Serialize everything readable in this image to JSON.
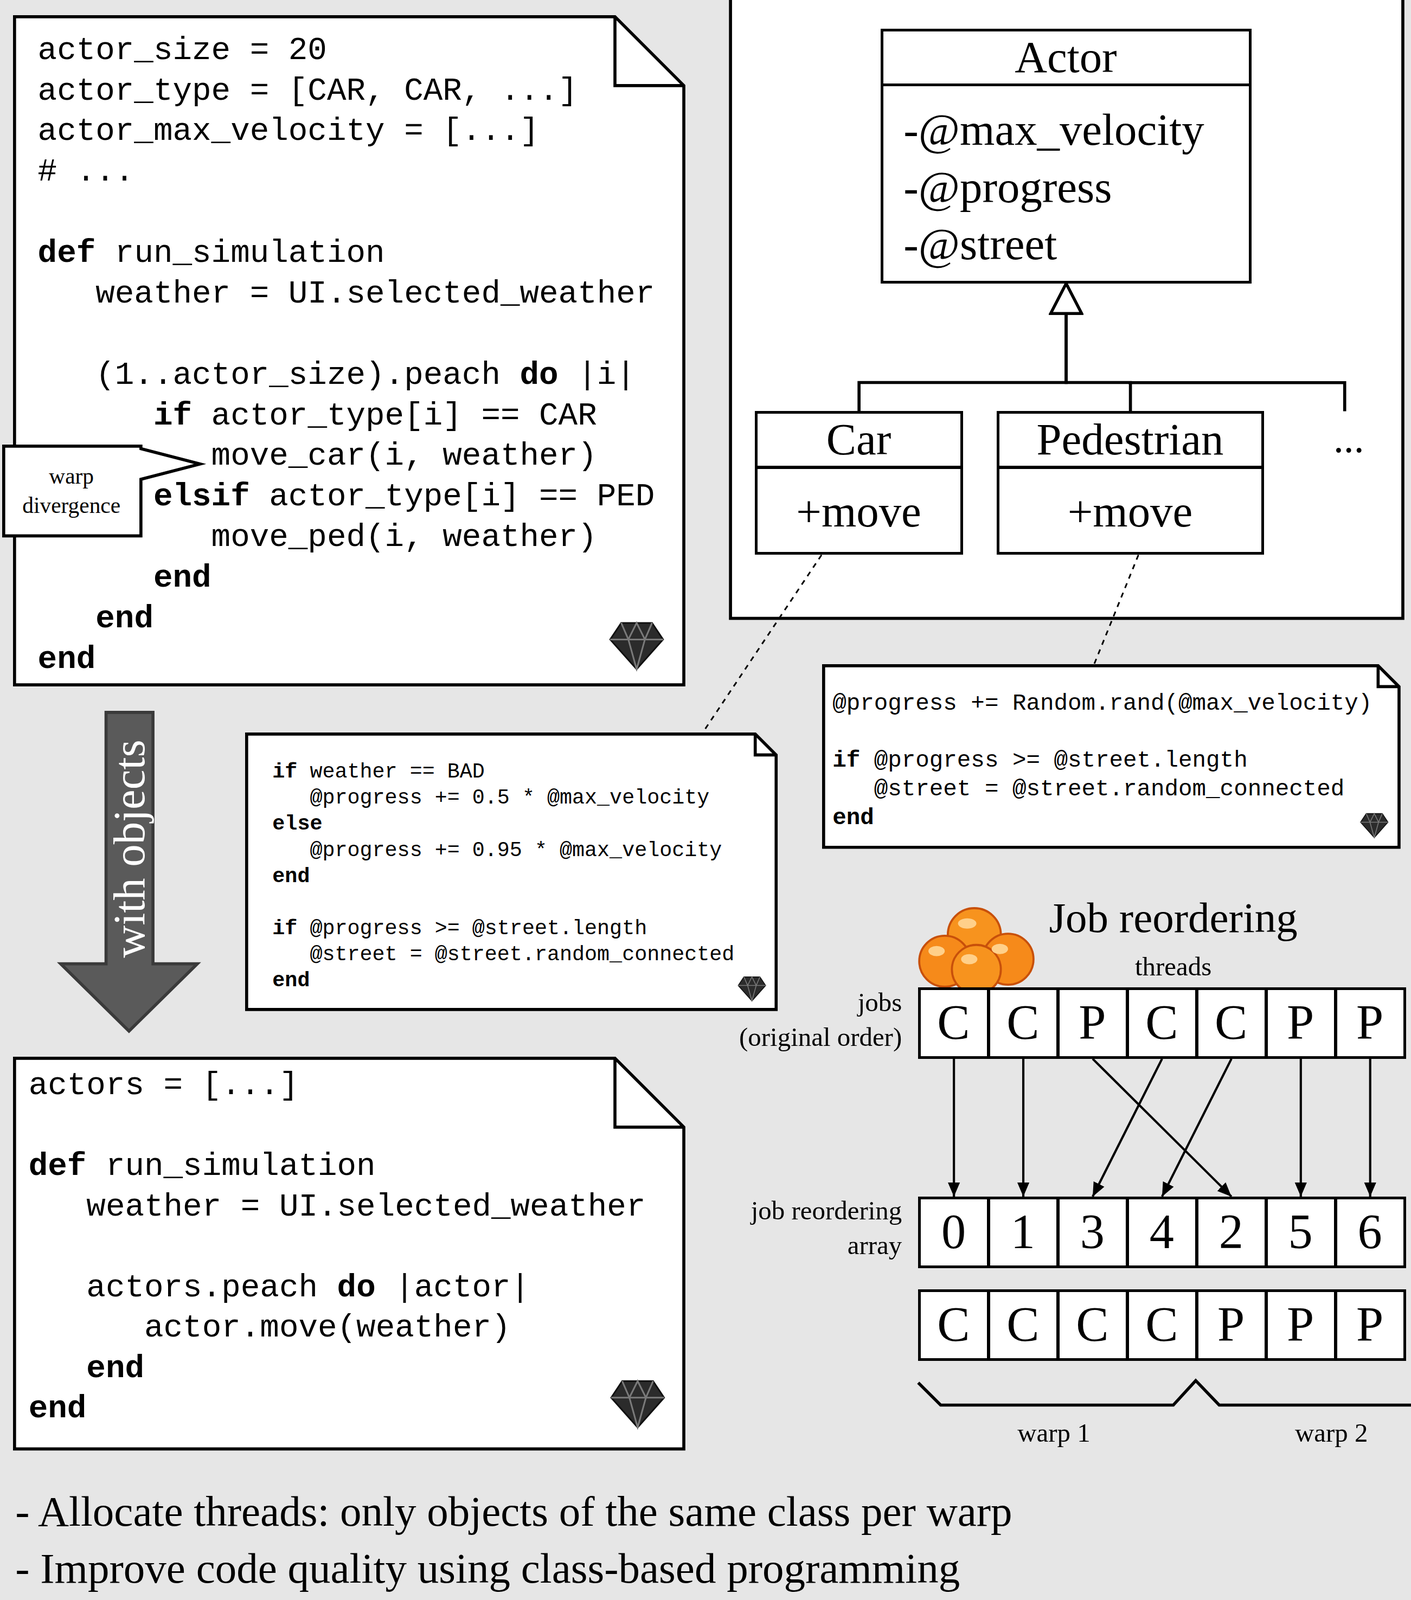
{
  "diagram": {
    "nodes": [
      {
        "text": [
          "actor_size = 20",
          "actor_type = [CAR, CAR, ...]",
          "actor_max_velocity = [...]",
          "# ...",
          "def run_simulation",
          "   weather = UI.selected_weather",
          "   (1..actor_size).peach do |i|",
          "      if actor_type[i] == CAR",
          "         move_car(i, weather)",
          "      elsif actor_type[i] == PED",
          "         move_ped(i, weather)",
          "      end",
          "   end",
          "end"
        ]
      },
      {
        "text": [
          "warp divergence"
        ]
      },
      {
        "text": [
          "Actor",
          "-@max_velocity",
          "-@progress",
          "-@street"
        ]
      },
      {
        "text": [
          "Car",
          "+move"
        ]
      },
      {
        "text": [
          "Pedestrian",
          "+move"
        ]
      },
      {
        "text": [
          "@progress += Random.rand(@max_velocity)",
          "if @progress >= @street.length",
          "   @street = @street.random_connected",
          "end"
        ]
      },
      {
        "text": [
          "with objects"
        ]
      },
      {
        "text": [
          "if weather == BAD",
          "   @progress += 0.5 * @max_velocity",
          "else",
          "   @progress += 0.95 * @max_velocity",
          "end",
          "if @progress >= @street.length",
          "   @street = @street.random_connected",
          "end"
        ]
      },
      {
        "text": [
          "actors = [...]",
          "def run_simulation",
          "   weather = UI.selected_weather",
          "   actors.peach do |actor|",
          "      actor.move(weather)",
          "   end",
          "end"
        ]
      },
      {
        "text": [
          "C"
        ]
      },
      {
        "text": [
          "C"
        ]
      },
      {
        "text": [
          "P"
        ]
      },
      {
        "text": [
          "C"
        ]
      },
      {
        "text": [
          "C"
        ]
      },
      {
        "text": [
          "P"
        ]
      },
      {
        "text": [
          "P"
        ]
      },
      {
        "text": [
          "0"
        ]
      },
      {
        "text": [
          "1"
        ]
      },
      {
        "text": [
          "3"
        ]
      },
      {
        "text": [
          "4"
        ]
      },
      {
        "text": [
          "2"
        ]
      },
      {
        "text": [
          "5"
        ]
      },
      {
        "text": [
          "6"
        ]
      },
      {
        "text": [
          "C"
        ]
      },
      {
        "text": [
          "C"
        ]
      },
      {
        "text": [
          "C"
        ]
      },
      {
        "text": [
          "C"
        ]
      },
      {
        "text": [
          "P"
        ]
      },
      {
        "text": [
          "P"
        ]
      },
      {
        "text": [
          "P"
        ]
      }
    ],
    "edges": [
      {
        "from": 3,
        "to": 2,
        "arrow": "to"
      },
      {
        "from": 4,
        "to": 2,
        "arrow": "to"
      },
      {
        "from": 3,
        "to": 7,
        "arrow": "none"
      },
      {
        "from": 4,
        "to": 5,
        "arrow": "none"
      },
      {
        "from": 9,
        "to": 16,
        "arrow": "to"
      },
      {
        "from": 10,
        "to": 17,
        "arrow": "to"
      },
      {
        "from": 11,
        "to": 20,
        "arrow": "to"
      },
      {
        "from": 12,
        "to": 18,
        "arrow": "to"
      },
      {
        "from": 13,
        "to": 19,
        "arrow": "to"
      },
      {
        "from": 14,
        "to": 21,
        "arrow": "to"
      },
      {
        "from": 15,
        "to": 22,
        "arrow": "to"
      }
    ],
    "labels": [
      "...",
      "Job reordering",
      "threads",
      "jobs",
      "(original order)",
      "job reordering array",
      "warp 1",
      "warp 2",
      "- Allocate threads: only objects of the same class per warp",
      "- Improve code quality using class-based programming"
    ]
  }
}
